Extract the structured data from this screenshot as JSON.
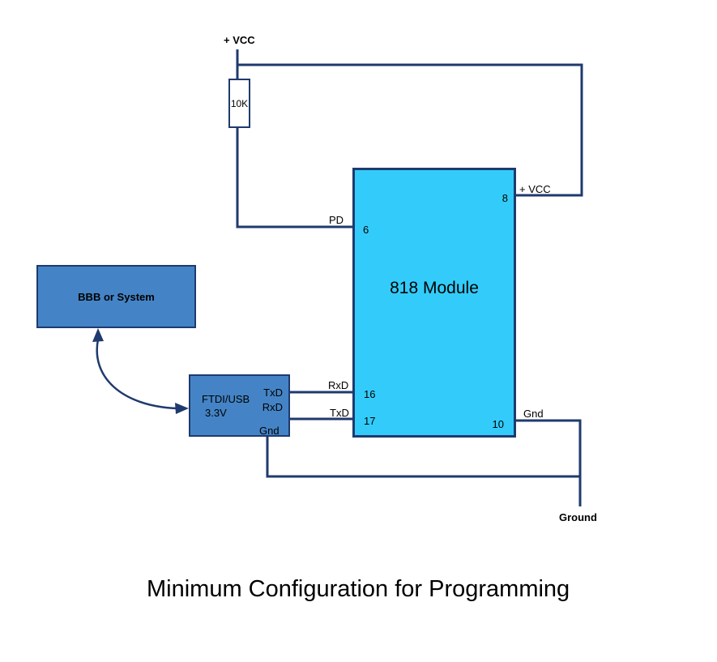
{
  "diagram": {
    "title": "Minimum Configuration for Programming",
    "colors": {
      "wire": "#1f3a6e",
      "module_fill": "#33ccfa",
      "box_fill": "#4484c6",
      "text": "#000000",
      "background": "#ffffff"
    },
    "power": {
      "vcc_top_label": "+ VCC",
      "resistor_value": "10K"
    },
    "module": {
      "label": "818 Module",
      "pins": [
        {
          "number": "8",
          "signal": "+ VCC"
        },
        {
          "number": "6",
          "signal": "PD"
        },
        {
          "number": "16",
          "signal": "RxD"
        },
        {
          "number": "17",
          "signal": "TxD"
        },
        {
          "number": "10",
          "signal": "Gnd"
        }
      ]
    },
    "bbb": {
      "label": "BBB or System"
    },
    "ftdi": {
      "name_line1": "FTDI/USB",
      "name_line2": "3.3V",
      "pin_txd": "TxD",
      "pin_rxd": "RxD",
      "pin_gnd": "Gnd"
    },
    "ground_label": "Ground"
  }
}
